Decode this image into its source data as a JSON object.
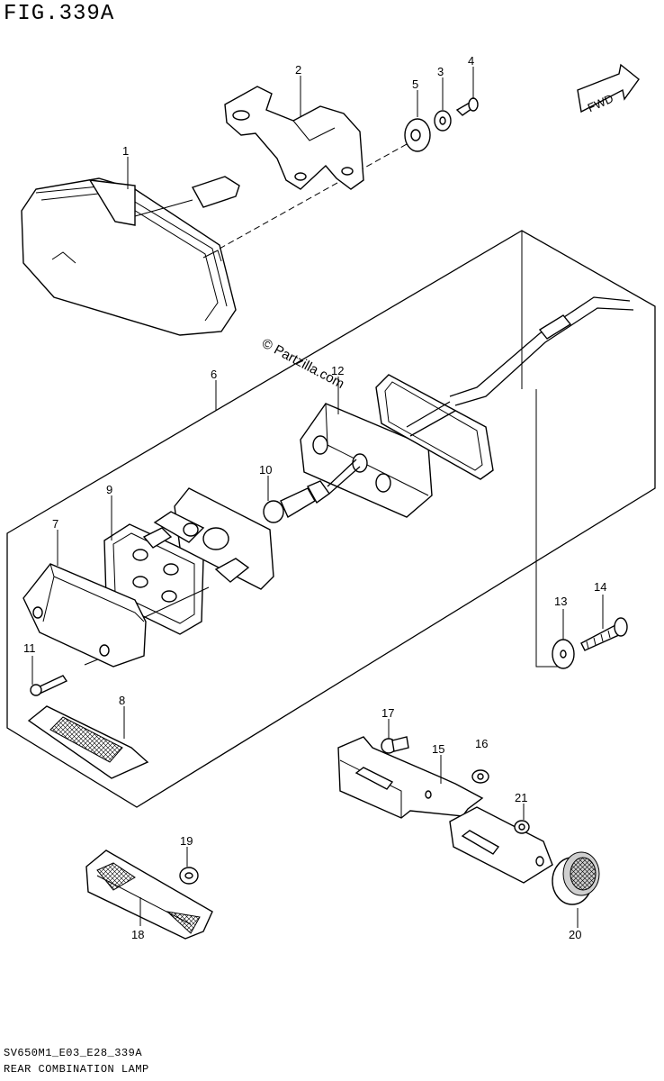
{
  "figure": {
    "title": "FIG.339A"
  },
  "footer": {
    "code": "SV650M1_E03_E28_339A",
    "name": "REAR COMBINATION LAMP"
  },
  "badge": {
    "label": "FWD"
  },
  "watermark": "© Partzilla.com",
  "callouts": {
    "c1": "1",
    "c2": "2",
    "c3": "3",
    "c4": "4",
    "c5": "5",
    "c6": "6",
    "c7": "7",
    "c8": "8",
    "c9": "9",
    "c10": "10",
    "c11": "11",
    "c12": "12",
    "c13": "13",
    "c14": "14",
    "c15": "15",
    "c16": "16",
    "c17": "17",
    "c18": "18",
    "c19": "19",
    "c20": "20",
    "c21": "21"
  }
}
